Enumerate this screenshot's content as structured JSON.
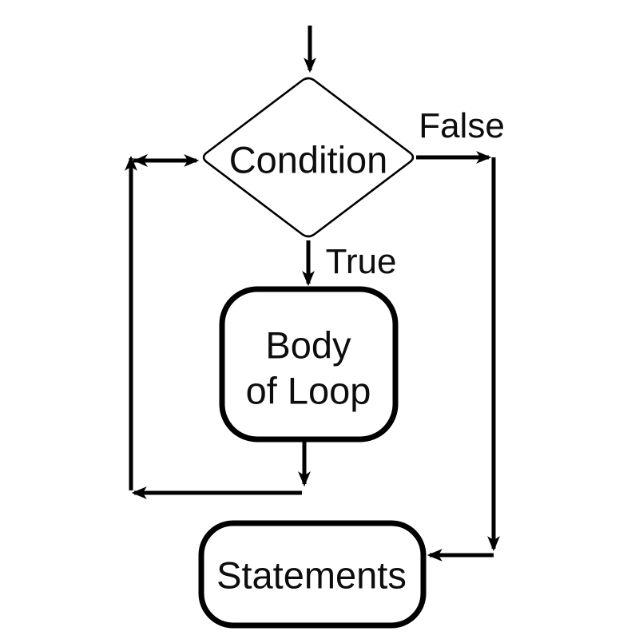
{
  "diagram": {
    "type": "flowchart",
    "topic": "loop-control-flow",
    "background": "#ffffff",
    "line_color": "#000000",
    "text_color": "#0d0d0d",
    "nodes": {
      "condition": {
        "shape": "diamond",
        "label": "Condition"
      },
      "body": {
        "shape": "rounded-rectangle",
        "label": "Body of Loop",
        "label_line1": "Body",
        "label_line2": "of Loop"
      },
      "statements": {
        "shape": "rounded-rectangle",
        "label": "Statements"
      }
    },
    "edge_labels": {
      "true_branch": "True",
      "false_branch": "False"
    },
    "edges": [
      {
        "from": "start",
        "to": "condition",
        "label": ""
      },
      {
        "from": "condition",
        "to": "body",
        "label": "True"
      },
      {
        "from": "condition",
        "to": "statements",
        "label": "False"
      },
      {
        "from": "body",
        "to": "condition",
        "label": ""
      }
    ]
  }
}
